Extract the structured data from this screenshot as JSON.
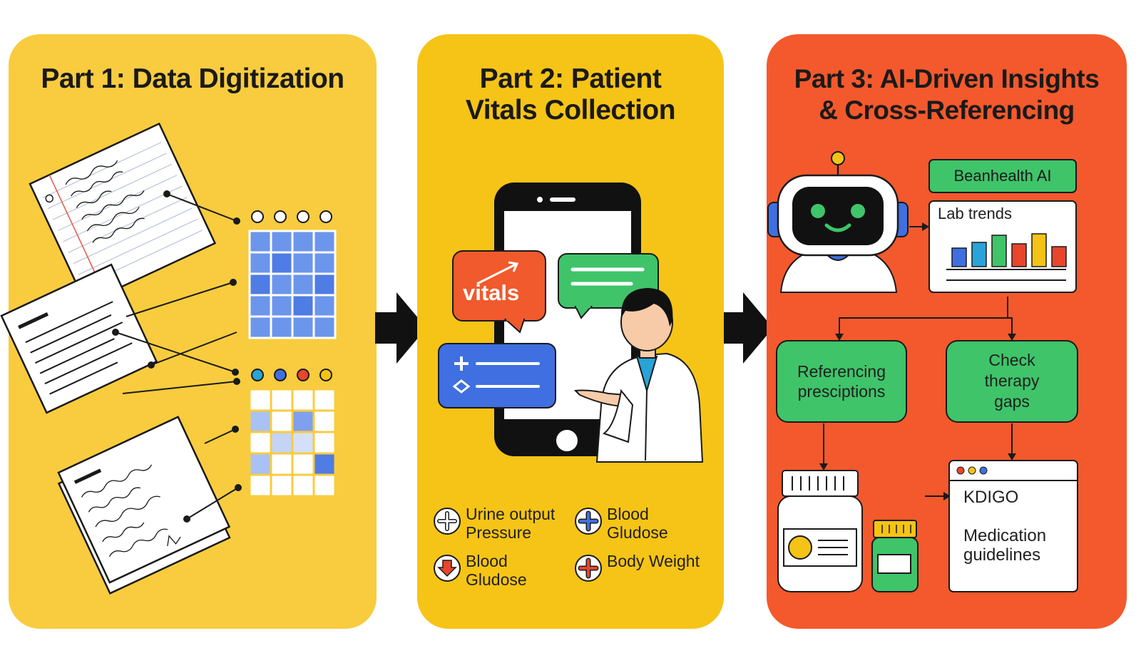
{
  "panels": {
    "part1": {
      "title": "Part 1: Data Digitization"
    },
    "part2": {
      "title_line1": "Part 2: Patient",
      "title_line2": "Vitals Collection",
      "bubble_vitals": "vitals",
      "vitals": [
        {
          "line1": "Urine output",
          "line2": "Pressure",
          "icon": "plus-circle-icon"
        },
        {
          "line1": "Blood",
          "line2": "Gludose",
          "icon": "blue-plus-circle-icon"
        },
        {
          "line1": "Blood",
          "line2": "Gludose",
          "icon": "down-arrow-circle-icon"
        },
        {
          "line1": "Body Weight",
          "line2": "",
          "icon": "red-plus-circle-icon"
        }
      ]
    },
    "part3": {
      "title_line1": "Part 3: AI-Driven Insights",
      "title_line2": "& Cross-Referencing",
      "ai_label": "Beanhealth AI",
      "lab_trends": "Lab trends",
      "referencing": [
        "Referencing",
        "presciptions"
      ],
      "therapy": [
        "Check",
        "therapy",
        "gaps"
      ],
      "kdigo": "KDIGO",
      "guidelines": [
        "Medication",
        "guidelines"
      ]
    }
  },
  "colors": {
    "panel1": "#f8cc3e",
    "panel2": "#f6c416",
    "panel3": "#f3592c",
    "green": "#3fc46a",
    "blue": "#3f6fe0",
    "red": "#e8452c",
    "yellow": "#f4c316"
  }
}
